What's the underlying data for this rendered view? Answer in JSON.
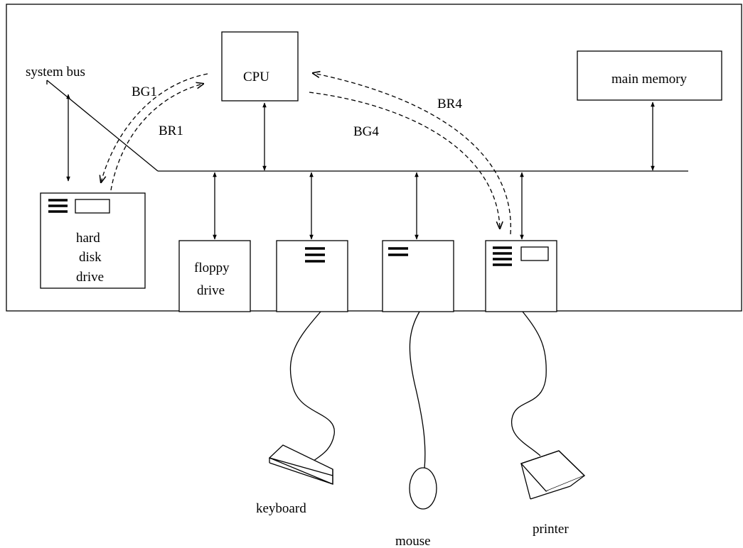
{
  "labels": {
    "system_bus": "system bus",
    "cpu": "CPU",
    "main_memory": "main memory",
    "bg1": "BG1",
    "br1": "BR1",
    "br4": "BR4",
    "bg4": "BG4",
    "hard_disk_drive": [
      "hard",
      "disk",
      "drive"
    ],
    "floppy_drive": [
      "floppy",
      "drive"
    ],
    "keyboard": "keyboard",
    "mouse": "mouse",
    "printer": "printer"
  }
}
